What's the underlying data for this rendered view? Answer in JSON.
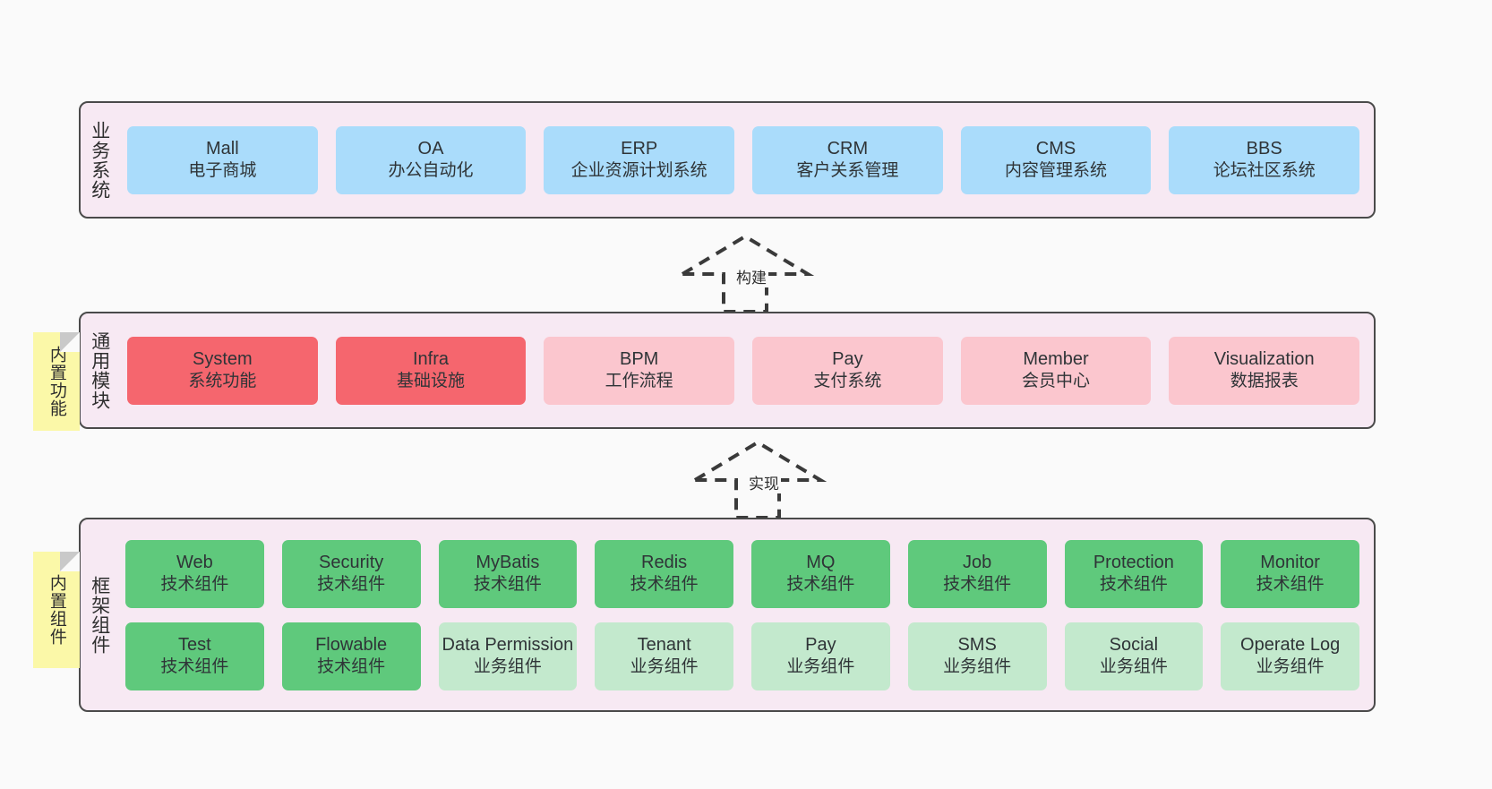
{
  "notes": [
    {
      "id": "builtin-function",
      "text": "内置功能"
    },
    {
      "id": "builtin-component",
      "text": "内置组件"
    }
  ],
  "arrows": [
    {
      "id": "build",
      "label": "构建"
    },
    {
      "id": "implement",
      "label": "实现"
    }
  ],
  "colors": {
    "panel_bg": "#f7e9f3",
    "panel_border": "#4a4a4a",
    "page_bg": "#fafafa",
    "note_bg": "#fbf8a8",
    "blue": "#aadcfb",
    "red": "#f5666e",
    "pink": "#fbc6ce",
    "green": "#5fc97c",
    "green_light": "#c3e9cd"
  },
  "layers": [
    {
      "id": "business-system",
      "label": "业务系统",
      "rows": [
        [
          {
            "title": "Mall",
            "subtitle": "电子商城",
            "color": "blue"
          },
          {
            "title": "OA",
            "subtitle": "办公自动化",
            "color": "blue"
          },
          {
            "title": "ERP",
            "subtitle": "企业资源计划系统",
            "color": "blue"
          },
          {
            "title": "CRM",
            "subtitle": "客户关系管理",
            "color": "blue"
          },
          {
            "title": "CMS",
            "subtitle": "内容管理系统",
            "color": "blue"
          },
          {
            "title": "BBS",
            "subtitle": "论坛社区系统",
            "color": "blue"
          }
        ]
      ]
    },
    {
      "id": "common-module",
      "label": "通用模块",
      "rows": [
        [
          {
            "title": "System",
            "subtitle": "系统功能",
            "color": "red"
          },
          {
            "title": "Infra",
            "subtitle": "基础设施",
            "color": "red"
          },
          {
            "title": "BPM",
            "subtitle": "工作流程",
            "color": "pink"
          },
          {
            "title": "Pay",
            "subtitle": "支付系统",
            "color": "pink"
          },
          {
            "title": "Member",
            "subtitle": "会员中心",
            "color": "pink"
          },
          {
            "title": "Visualization",
            "subtitle": "数据报表",
            "color": "pink"
          }
        ]
      ]
    },
    {
      "id": "framework-component",
      "label": "框架组件",
      "rows": [
        [
          {
            "title": "Web",
            "subtitle": "技术组件",
            "color": "green"
          },
          {
            "title": "Security",
            "subtitle": "技术组件",
            "color": "green"
          },
          {
            "title": "MyBatis",
            "subtitle": "技术组件",
            "color": "green"
          },
          {
            "title": "Redis",
            "subtitle": "技术组件",
            "color": "green"
          },
          {
            "title": "MQ",
            "subtitle": "技术组件",
            "color": "green"
          },
          {
            "title": "Job",
            "subtitle": "技术组件",
            "color": "green"
          },
          {
            "title": "Protection",
            "subtitle": "技术组件",
            "color": "green"
          },
          {
            "title": "Monitor",
            "subtitle": "技术组件",
            "color": "green"
          }
        ],
        [
          {
            "title": "Test",
            "subtitle": "技术组件",
            "color": "green"
          },
          {
            "title": "Flowable",
            "subtitle": "技术组件",
            "color": "green"
          },
          {
            "title": "Data Permission",
            "subtitle": "业务组件",
            "color": "green_light"
          },
          {
            "title": "Tenant",
            "subtitle": "业务组件",
            "color": "green_light"
          },
          {
            "title": "Pay",
            "subtitle": "业务组件",
            "color": "green_light"
          },
          {
            "title": "SMS",
            "subtitle": "业务组件",
            "color": "green_light"
          },
          {
            "title": "Social",
            "subtitle": "业务组件",
            "color": "green_light"
          },
          {
            "title": "Operate Log",
            "subtitle": "业务组件",
            "color": "green_light"
          }
        ]
      ]
    }
  ]
}
